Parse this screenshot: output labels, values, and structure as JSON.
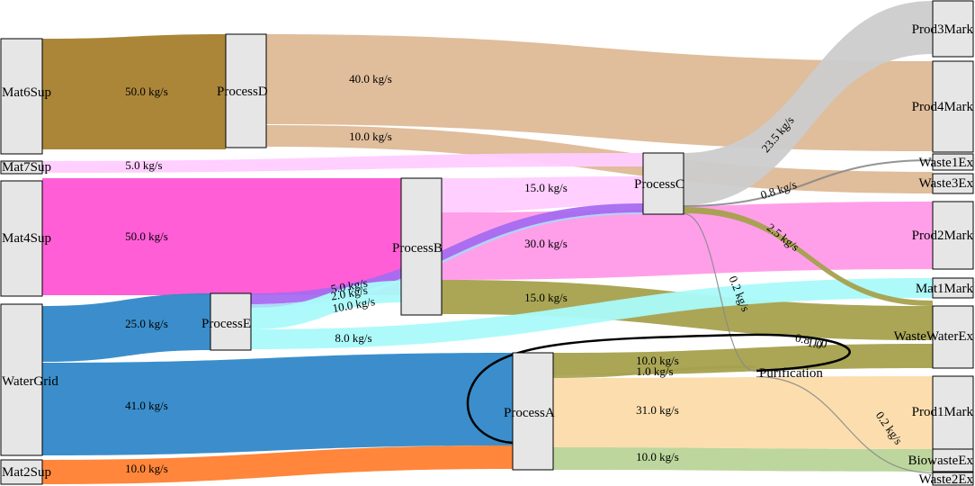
{
  "chart_data": {
    "type": "sankey",
    "unit": "kg/s",
    "nodes": [
      {
        "id": "Mat6Sup",
        "label": "Mat6Sup"
      },
      {
        "id": "Mat7Sup",
        "label": "Mat7Sup"
      },
      {
        "id": "Mat4Sup",
        "label": "Mat4Sup"
      },
      {
        "id": "WaterGrid",
        "label": "WaterGrid"
      },
      {
        "id": "Mat2Sup",
        "label": "Mat2Sup"
      },
      {
        "id": "ProcessD",
        "label": "ProcessD"
      },
      {
        "id": "ProcessE",
        "label": "ProcessE"
      },
      {
        "id": "ProcessB",
        "label": "ProcessB"
      },
      {
        "id": "ProcessA",
        "label": "ProcessA"
      },
      {
        "id": "ProcessC",
        "label": "ProcessC"
      },
      {
        "id": "Purification",
        "label": "Purification"
      },
      {
        "id": "Prod3Mark",
        "label": "Prod3Mark"
      },
      {
        "id": "Prod4Mark",
        "label": "Prod4Mark"
      },
      {
        "id": "Waste1Ex",
        "label": "Waste1Ex"
      },
      {
        "id": "Waste3Ex",
        "label": "Waste3Ex"
      },
      {
        "id": "Prod2Mark",
        "label": "Prod2Mark"
      },
      {
        "id": "Mat1Mark",
        "label": "Mat1Mark"
      },
      {
        "id": "WasteWaterEx",
        "label": "WasteWaterEx"
      },
      {
        "id": "Prod1Mark",
        "label": "Prod1Mark"
      },
      {
        "id": "BiowasteEx",
        "label": "BiowasteEx"
      },
      {
        "id": "Waste2Ex",
        "label": "Waste2Ex"
      }
    ],
    "links": [
      {
        "source": "Mat6Sup",
        "target": "ProcessD",
        "value": 50.0,
        "label": "50.0 kg/s",
        "color": "#a67f2e"
      },
      {
        "source": "ProcessD",
        "target": "Prod4Mark",
        "value": 40.0,
        "label": "40.0 kg/s",
        "color": "#deb996"
      },
      {
        "source": "ProcessD",
        "target": "Waste3Ex",
        "value": 10.0,
        "label": "10.0 kg/s",
        "color": "#deb996"
      },
      {
        "source": "Mat7Sup",
        "target": "ProcessC",
        "value": 5.0,
        "label": "5.0 kg/s",
        "color": "#ffccff"
      },
      {
        "source": "Mat4Sup",
        "target": "ProcessB",
        "value": 50.0,
        "label": "50.0 kg/s",
        "color": "#ff55d4"
      },
      {
        "source": "ProcessB",
        "target": "ProcessC",
        "value": 15.0,
        "label": "15.0 kg/s",
        "color": "#ffccff"
      },
      {
        "source": "ProcessB",
        "target": "Prod2Mark",
        "value": 30.0,
        "label": "30.0 kg/s",
        "color": "#ff9ae8"
      },
      {
        "source": "ProcessB",
        "target": "WasteWaterEx",
        "value": 15.0,
        "label": "15.0 kg/s",
        "color": "#a5a14d"
      },
      {
        "source": "WaterGrid",
        "target": "ProcessE",
        "value": 25.0,
        "label": "25.0 kg/s",
        "color": "#3088c8"
      },
      {
        "source": "WaterGrid",
        "target": "ProcessA",
        "value": 41.0,
        "label": "41.0 kg/s",
        "color": "#3088c8"
      },
      {
        "source": "ProcessE",
        "target": "ProcessC",
        "value": 5.0,
        "label": "5.0 kg/s",
        "color": "#a66cf0"
      },
      {
        "source": "ProcessE",
        "target": "ProcessC",
        "value": 2.0,
        "label": "2.0 kg/s",
        "color": "#a8d8f8"
      },
      {
        "source": "ProcessE",
        "target": "ProcessB",
        "value": 10.0,
        "label": "10.0 kg/s",
        "color": "#aafafa"
      },
      {
        "source": "ProcessE",
        "target": "Mat1Mark",
        "value": 8.0,
        "label": "8.0 kg/s",
        "color": "#aafafa"
      },
      {
        "source": "Mat2Sup",
        "target": "ProcessA",
        "value": 10.0,
        "label": "10.0 kg/s",
        "color": "#ff8030"
      },
      {
        "source": "ProcessA",
        "target": "WasteWaterEx",
        "value": 10.0,
        "label": "10.0 kg/s",
        "color": "#a5a14d"
      },
      {
        "source": "ProcessA",
        "target": "Purification",
        "value": 1.0,
        "label": "1.0 kg/s",
        "color": "#a5a14d"
      },
      {
        "source": "ProcessA",
        "target": "Prod1Mark",
        "value": 31.0,
        "label": "31.0 kg/s",
        "color": "#fcdcaa"
      },
      {
        "source": "ProcessA",
        "target": "BiowasteEx",
        "value": 10.0,
        "label": "10.0 kg/s",
        "color": "#b8d498"
      },
      {
        "source": "ProcessC",
        "target": "Prod3Mark",
        "value": 23.5,
        "label": "23.5 kg/s",
        "color": "#cccccc"
      },
      {
        "source": "ProcessC",
        "target": "Waste1Ex",
        "value": 0.8,
        "label": "0.8 kg/s",
        "color": "#888888"
      },
      {
        "source": "ProcessC",
        "target": "WasteWaterEx",
        "value": 2.5,
        "label": "2.5 kg/s",
        "color": "#a5a14d"
      },
      {
        "source": "ProcessC",
        "target": "Purification",
        "value": 0.2,
        "label": "0.2 kg/s",
        "color": "#888888"
      },
      {
        "source": "Purification",
        "target": "ProcessA",
        "value": 1.0,
        "label": "1.0",
        "color": "#000000"
      },
      {
        "source": "Purification",
        "target": "Waste2Ex",
        "value": 0.2,
        "label": "0.2 kg/s",
        "color": "#888888"
      }
    ],
    "extra_labels": [
      "0.8 1.0"
    ]
  }
}
